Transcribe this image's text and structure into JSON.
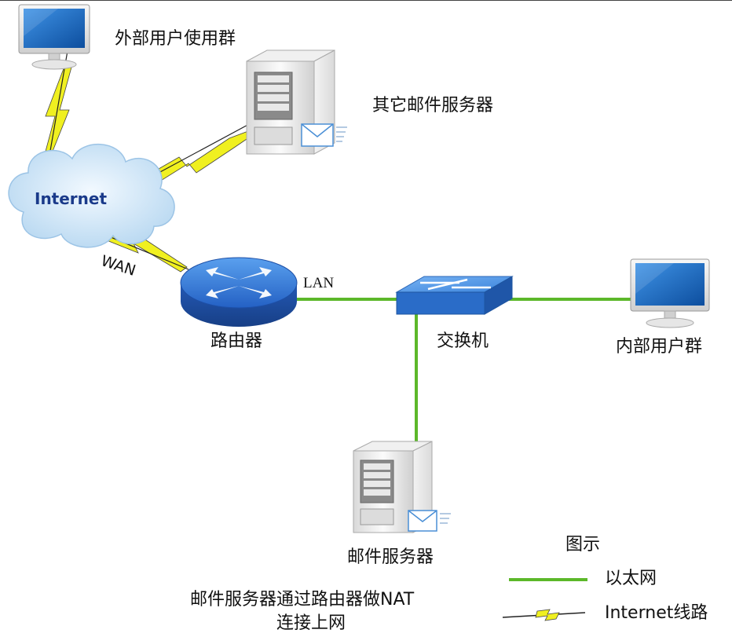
{
  "nodes": {
    "external_users": "外部用户使用群",
    "other_mail_servers": "其它邮件服务器",
    "internet": "Internet",
    "router": "路由器",
    "switch": "交换机",
    "internal_users": "内部用户群",
    "mail_server": "邮件服务器"
  },
  "port_labels": {
    "wan": "WAN",
    "lan": "LAN"
  },
  "legend": {
    "title": "图示",
    "ethernet": "以太网",
    "internet_line": "Internet线路"
  },
  "caption": {
    "line1": "邮件服务器通过路由器做NAT",
    "line2": "连接上网"
  },
  "colors": {
    "ethernet": "#5cb82a",
    "lightning": "#f0f020",
    "router": "#2f6fd0",
    "switch": "#3d86d8",
    "monitor_screen": "#1f6fc4",
    "cloud": "#cfe6f7",
    "internet_text": "#1a3a8a"
  },
  "icons": [
    "monitor-icon",
    "server-icon",
    "mail-envelope-icon",
    "cloud-icon",
    "router-icon",
    "switch-icon"
  ]
}
